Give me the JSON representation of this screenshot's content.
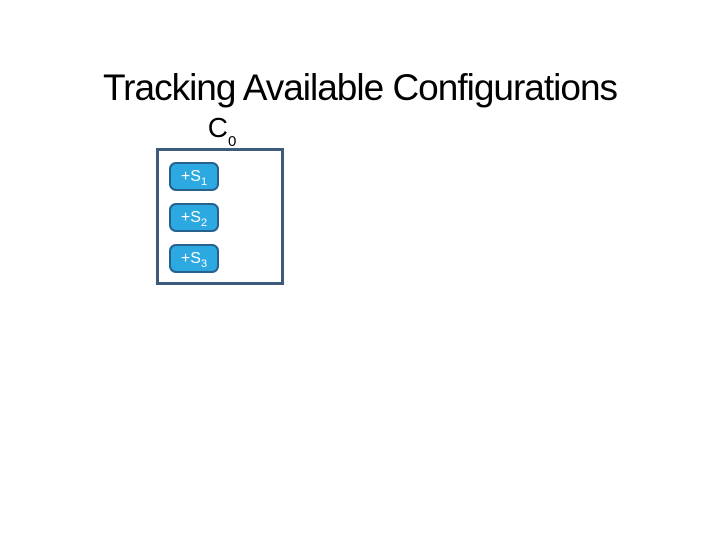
{
  "slide": {
    "title": "Tracking Available Configurations",
    "title_color": "#000000",
    "background_color": "#ffffff"
  },
  "diagram": {
    "configuration_label": {
      "base": "C",
      "subscript": "0"
    },
    "box": {
      "border_color": "#3c5a7b"
    },
    "statement_buttons": [
      {
        "base": "+S",
        "subscript": "1"
      },
      {
        "base": "+S",
        "subscript": "2"
      },
      {
        "base": "+S",
        "subscript": "3"
      }
    ],
    "button_style": {
      "fill": "#2ba9e0",
      "border_color": "#27618e",
      "text_color": "#ffffff"
    }
  }
}
